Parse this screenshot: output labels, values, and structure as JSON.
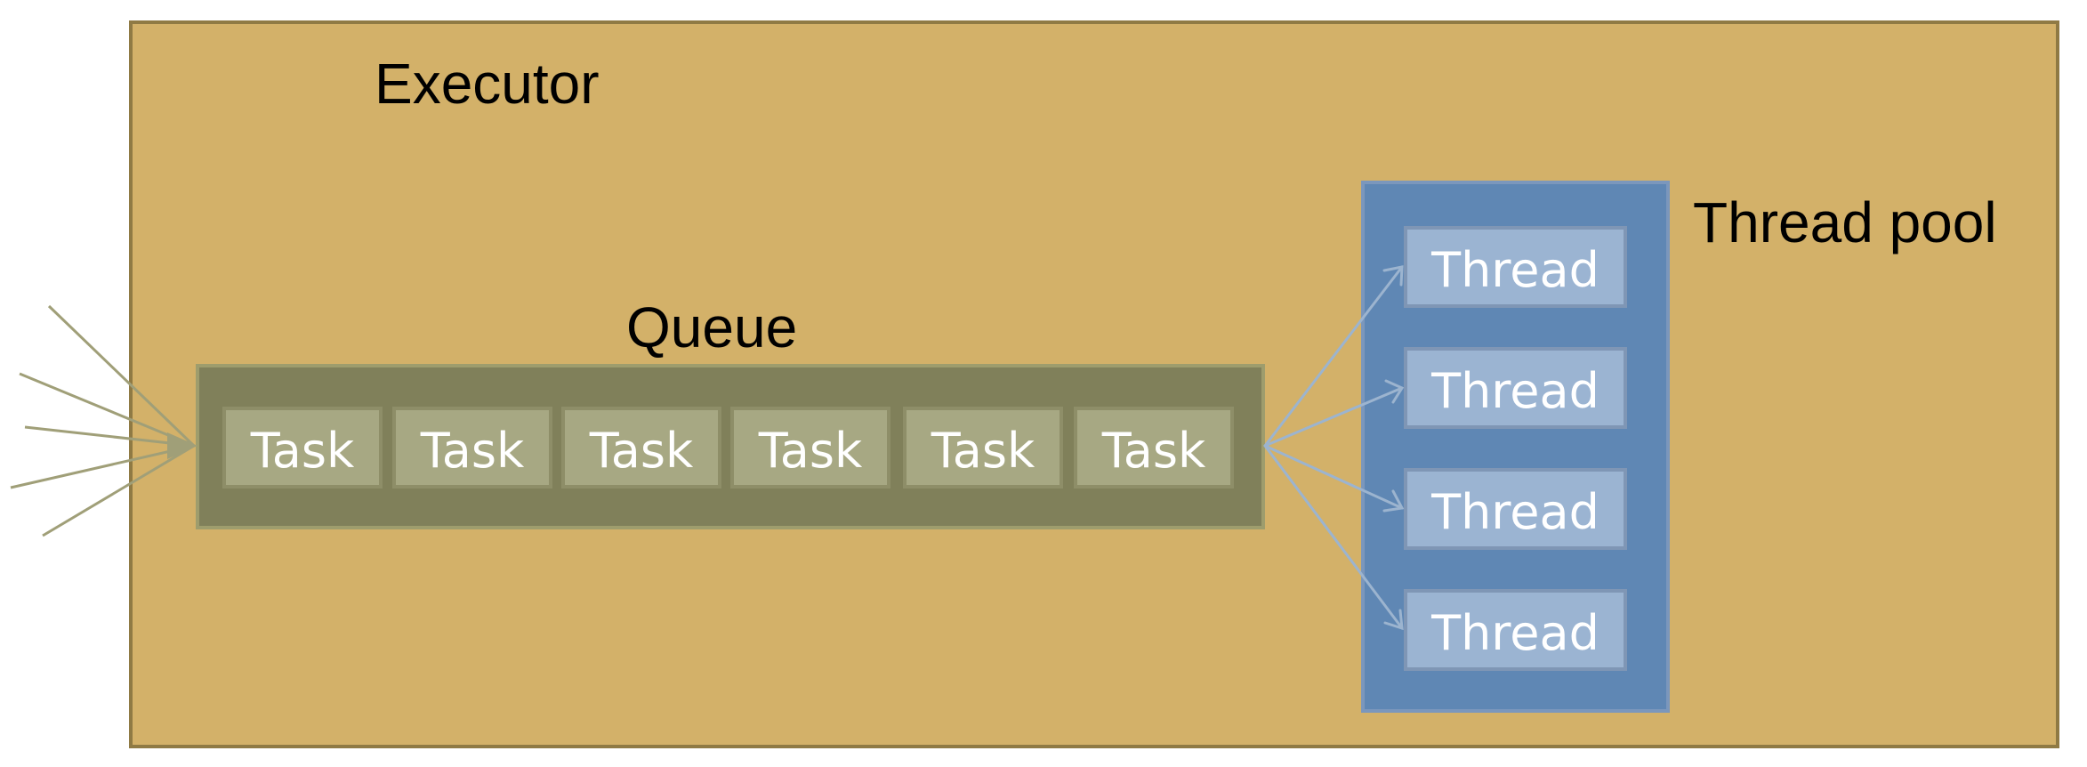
{
  "executor": {
    "label": "Executor"
  },
  "queue": {
    "label": "Queue",
    "tasks": [
      "Task",
      "Task",
      "Task",
      "Task",
      "Task",
      "Task"
    ]
  },
  "thread_pool": {
    "label": "Thread pool",
    "threads": [
      "Thread",
      "Thread",
      "Thread",
      "Thread"
    ]
  },
  "colors": {
    "executor_fill": "#d3b169",
    "queue_fill": "#80805a",
    "task_fill": "#a7a883",
    "pool_fill": "#5f87b4",
    "thread_fill": "#9bb4d2",
    "incoming_arrow": "#a09f78",
    "dispatch_arrow": "#9cb4cf"
  }
}
